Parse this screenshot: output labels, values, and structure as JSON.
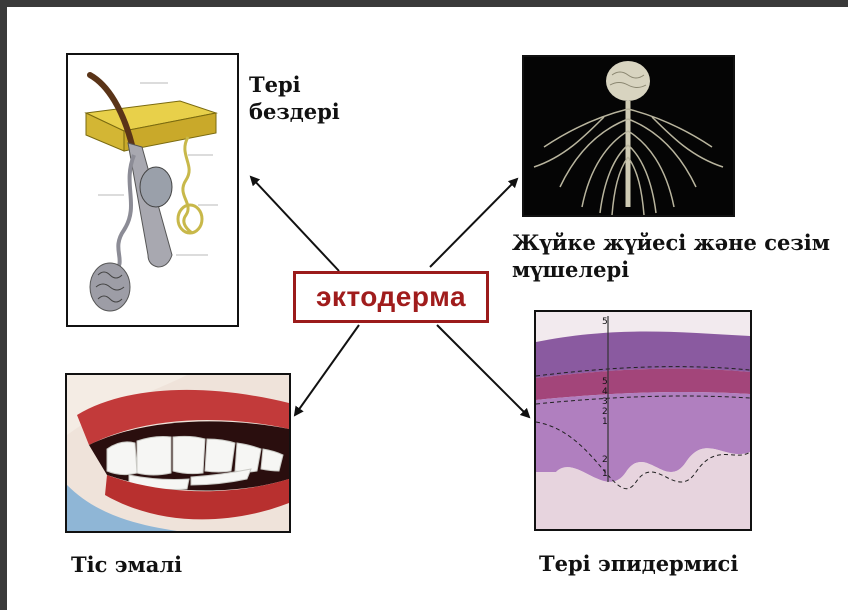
{
  "center": {
    "label": "эктодерма"
  },
  "items": {
    "skin_glands": {
      "label": "Тері\nбездері",
      "icon": "sweat-gland-illustration"
    },
    "nervous_system": {
      "label": "Жүйке жүйесі және сезім\nмүшелері",
      "icon": "nervous-system-photo"
    },
    "tooth_enamel": {
      "label": "Тіс эмалі",
      "icon": "teeth-smile-photo"
    },
    "epidermis": {
      "label": "Тері эпидермисі",
      "icon": "skin-histology-photo"
    }
  },
  "histology_markers": [
    "5",
    "5",
    "4",
    "3",
    "2",
    "1",
    "2",
    "1"
  ],
  "colors": {
    "center_border": "#9b1b1b",
    "center_text": "#a01c1c",
    "arrow": "#111111"
  }
}
